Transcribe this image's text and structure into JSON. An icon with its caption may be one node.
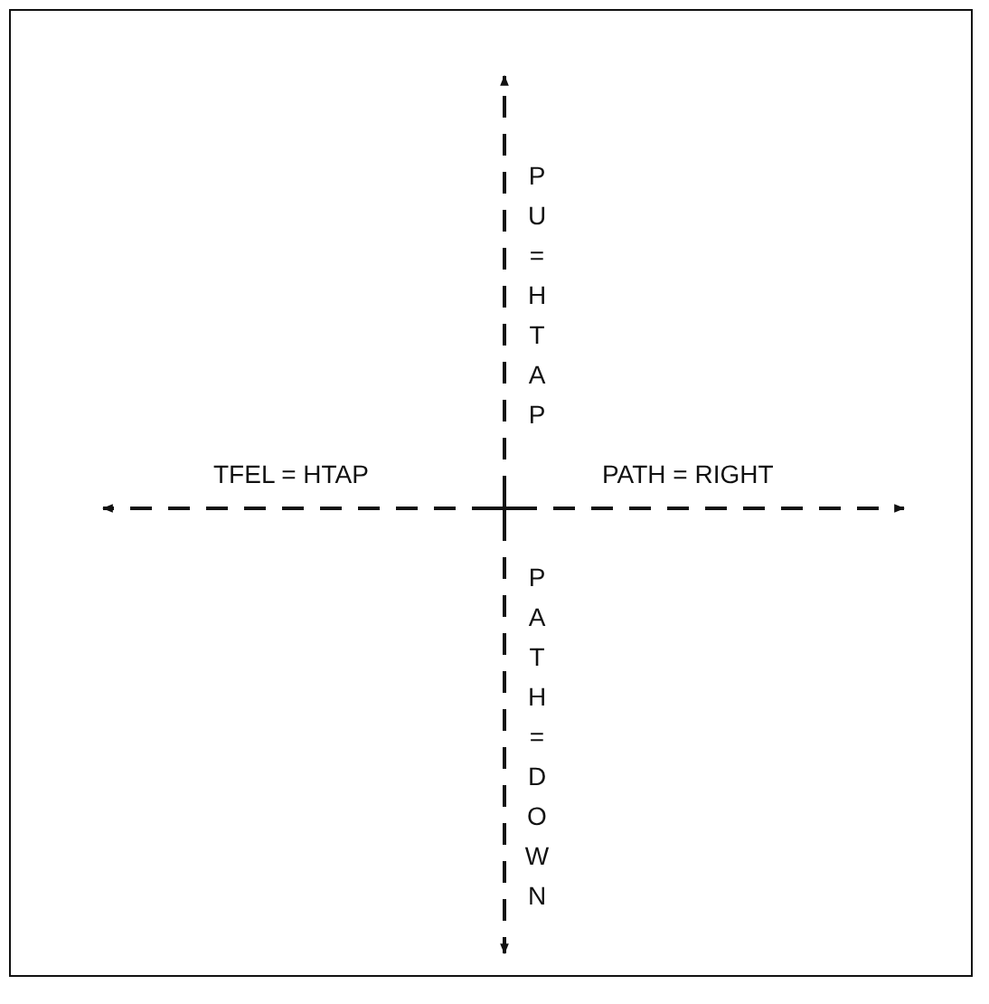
{
  "diagram": {
    "labels": [
      "PU=HTAP",
      "TFEL = HTAP",
      "PATH = RIGHT",
      "PATH=DOWN"
    ]
  }
}
